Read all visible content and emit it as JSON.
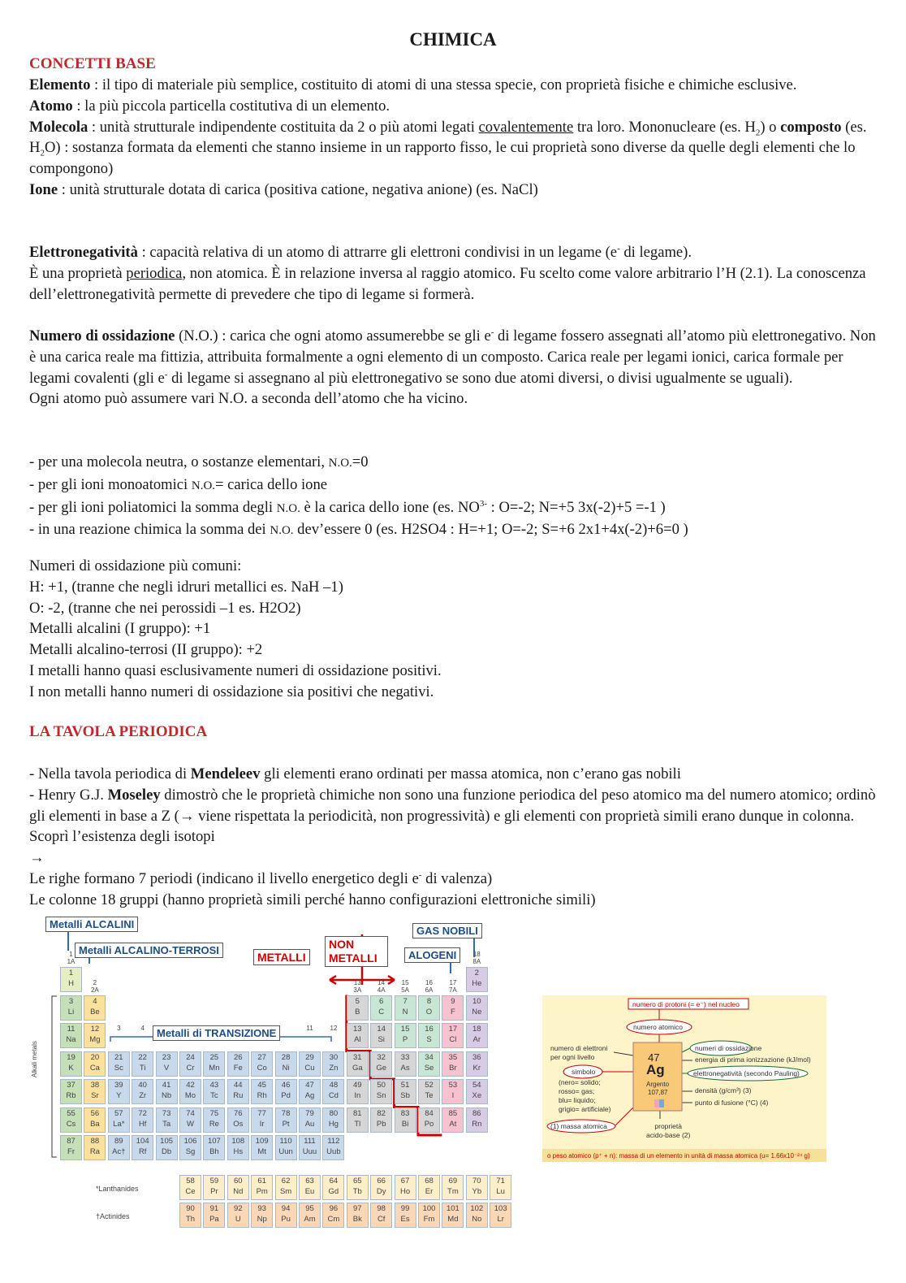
{
  "title": "CHIMICA",
  "sections": {
    "concetti_base": "CONCETTI BASE",
    "tavola": "LA TAVOLA PERIODICA"
  },
  "paragraphs": {
    "elemento_term": "Elemento",
    "elemento_text": " : il tipo di materiale più semplice, costituito di atomi di una stessa specie, con proprietà fisiche e chimiche esclusive.",
    "atomo_term": "Atomo",
    "atomo_text": " : la più piccola particella costitutiva di un elemento.",
    "molecola_term": "Molecola",
    "molecola_text1": " : unità strutturale indipendente costituita da 2 o più atomi legati ",
    "molecola_u": "covalentemente",
    "molecola_text2": " tra loro. Mononucleare (es. H",
    "molecola_text3": ") o ",
    "composto_term": "composto",
    "composto_text1": " (es. H",
    "composto_text2": "O) : sostanza formata da elementi che stanno insieme in un rapporto fisso, le cui proprietà sono diverse da quelle degli elementi che lo compongono)",
    "ione_term": "Ione",
    "ione_text": " : unità strutturale dotata di carica (positiva catione, negativa anione) (es. NaCl)",
    "eln_term": "Elettronegatività",
    "eln_text1": " : capacità relativa  di un atomo di attrarre gli elettroni condivisi in un legame (e",
    "eln_text2": " di legame).",
    "eln_text3": "È una proprietà ",
    "eln_u": "periodica",
    "eln_text4": ", non atomica. È in relazione inversa al raggio atomico. Fu scelto come valore arbitrario l’H (2.1). La conoscenza dell’elettronegatività permette di prevedere che tipo di legame si formerà.",
    "no_term": "Numero di ossidazione",
    "no_text1": " (N.O.) : carica che ogni atomo assumerebbe se gli e",
    "no_text2": " di legame fossero assegnati all’atomo più elettronegativo. Non è una carica reale ma fittizia, attribuita formalmente a ogni elemento di un composto. Carica reale per legami ionici, carica formale per legami covalenti (gli e",
    "no_text3": " di legame si assegnano al più elettronegativo se sono due atomi diversi, o divisi ugualmente se uguali).",
    "no_text4": "Ogni atomo può assumere vari N.O. a seconda dell’atomo che ha vicino.",
    "rule1a": "- per una molecola neutra, o sostanze elementari,  ",
    "rule1b": "N.O.",
    "rule1c": "=0",
    "rule2a": "- per gli ioni monoatomici ",
    "rule2b": "N.O.",
    "rule2c": "= carica dello ione",
    "rule3a": "- per gli ioni poliatomici la somma degli ",
    "rule3b": "N.O.",
    "rule3c": " è la carica dello ione (es. NO",
    "rule3d": " : O=-2; N=+5   3x(-2)+5 =-1 )",
    "rule4a": "- in una reazione chimica la somma dei ",
    "rule4b": "N.O.",
    "rule4c": " dev’essere 0  (es. H2SO4 : H=+1; O=-2; S=+6 2x1+4x(-2)+6=0 )",
    "common_title": "Numeri di ossidazione più comuni:",
    "common_h": "H: +1, (tranne che negli idruri metallici es. NaH –1)",
    "common_o": "O: -2, (tranne che nei perossidi –1 es. H2O2)",
    "common_alc": "Metalli alcalini (I gruppo): +1",
    "common_alct": "Metalli alcalino-terrosi (II gruppo): +2",
    "common_met": "I metalli hanno quasi esclusivamente numeri di ossidazione positivi.",
    "common_nonmet": "I non metalli hanno numeri di ossidazione sia positivi che negativi.",
    "tp1a": "- Nella tavola periodica di ",
    "tp1b": "Mendeleev",
    "tp1c": " gli elementi erano ordinati per massa atomica, non c’erano gas nobili",
    "tp2a": "- Henry G.J. ",
    "tp2b": "Moseley",
    "tp2c": " dimostrò che le proprietà chimiche non sono una funzione periodica del peso atomico ma del numero atomico; ordinò gli elementi in base a Z (→ viene rispettata la periodicità, non progressività) e gli elementi con proprietà simili erano dunque in colonna. Scoprì l’esistenza degli isotopi",
    "tp_arrow": "→",
    "tp3a": "Le righe formano 7 periodi (indicano il livello energetico degli e",
    "tp3b": " di valenza)",
    "tp4": "Le colonne 18 gruppi (hanno proprietà simili perché hanno configurazioni elettroniche simili)",
    "sub2": "2",
    "sup_minus": "-",
    "sup_3m": "3-"
  },
  "ptable": {
    "labels": {
      "alcalini": "Metalli ALCALINI",
      "alcalino_terrosi": "Metalli ALCALINO-TERROSI",
      "metalli": "METALLI",
      "non_metalli": "NON METALLI",
      "gas_nobili": "GAS NOBILI",
      "alogeni": "ALOGENI",
      "transizione": "Metalli di TRANSIZIONE",
      "alkali_side": "Alkali metals",
      "lanthanides": "*Lanthanides",
      "actinides": "†Actinides"
    },
    "colors": {
      "alkali": "#c5dfb8",
      "alkaline": "#fbe19d",
      "transition": "#c9d9ec",
      "metalloid": "#d6d6d6",
      "nonmetal": "#c8e6d4",
      "halogen": "#f7c2cf",
      "noble": "#d8cbe6",
      "lanth": "#fbeec9",
      "actin": "#f9d7b7",
      "h": "#e4eec0",
      "line": "#cc0000"
    },
    "groups_top": [
      "1\n1A",
      "2\n2A",
      "13\n3A",
      "14\n4A",
      "15\n5A",
      "16\n6A",
      "17\n7A",
      "18\n8A"
    ],
    "trans_groups": [
      "3",
      "4",
      "11",
      "12"
    ],
    "elements": [
      {
        "n": "1",
        "s": "H",
        "r": 0,
        "c": 0,
        "t": "h"
      },
      {
        "n": "2",
        "s": "He",
        "r": 0,
        "c": 17,
        "t": "noble"
      },
      {
        "n": "3",
        "s": "Li",
        "r": 1,
        "c": 0,
        "t": "alkali"
      },
      {
        "n": "4",
        "s": "Be",
        "r": 1,
        "c": 1,
        "t": "alkaline"
      },
      {
        "n": "5",
        "s": "B",
        "r": 1,
        "c": 12,
        "t": "metalloid"
      },
      {
        "n": "6",
        "s": "C",
        "r": 1,
        "c": 13,
        "t": "nonmetal"
      },
      {
        "n": "7",
        "s": "N",
        "r": 1,
        "c": 14,
        "t": "nonmetal"
      },
      {
        "n": "8",
        "s": "O",
        "r": 1,
        "c": 15,
        "t": "nonmetal"
      },
      {
        "n": "9",
        "s": "F",
        "r": 1,
        "c": 16,
        "t": "halogen"
      },
      {
        "n": "10",
        "s": "Ne",
        "r": 1,
        "c": 17,
        "t": "noble"
      },
      {
        "n": "11",
        "s": "Na",
        "r": 2,
        "c": 0,
        "t": "alkali"
      },
      {
        "n": "12",
        "s": "Mg",
        "r": 2,
        "c": 1,
        "t": "alkaline"
      },
      {
        "n": "13",
        "s": "Al",
        "r": 2,
        "c": 12,
        "t": "metalloid"
      },
      {
        "n": "14",
        "s": "Si",
        "r": 2,
        "c": 13,
        "t": "metalloid"
      },
      {
        "n": "15",
        "s": "P",
        "r": 2,
        "c": 14,
        "t": "nonmetal"
      },
      {
        "n": "16",
        "s": "S",
        "r": 2,
        "c": 15,
        "t": "nonmetal"
      },
      {
        "n": "17",
        "s": "Cl",
        "r": 2,
        "c": 16,
        "t": "halogen"
      },
      {
        "n": "18",
        "s": "Ar",
        "r": 2,
        "c": 17,
        "t": "noble"
      },
      {
        "n": "19",
        "s": "K",
        "r": 3,
        "c": 0,
        "t": "alkali"
      },
      {
        "n": "20",
        "s": "Ca",
        "r": 3,
        "c": 1,
        "t": "alkaline"
      },
      {
        "n": "21",
        "s": "Sc",
        "r": 3,
        "c": 2,
        "t": "transition"
      },
      {
        "n": "22",
        "s": "Ti",
        "r": 3,
        "c": 3,
        "t": "transition"
      },
      {
        "n": "23",
        "s": "V",
        "r": 3,
        "c": 4,
        "t": "transition"
      },
      {
        "n": "24",
        "s": "Cr",
        "r": 3,
        "c": 5,
        "t": "transition"
      },
      {
        "n": "25",
        "s": "Mn",
        "r": 3,
        "c": 6,
        "t": "transition"
      },
      {
        "n": "26",
        "s": "Fe",
        "r": 3,
        "c": 7,
        "t": "transition"
      },
      {
        "n": "27",
        "s": "Co",
        "r": 3,
        "c": 8,
        "t": "transition"
      },
      {
        "n": "28",
        "s": "Ni",
        "r": 3,
        "c": 9,
        "t": "transition"
      },
      {
        "n": "29",
        "s": "Cu",
        "r": 3,
        "c": 10,
        "t": "transition"
      },
      {
        "n": "30",
        "s": "Zn",
        "r": 3,
        "c": 11,
        "t": "transition"
      },
      {
        "n": "31",
        "s": "Ga",
        "r": 3,
        "c": 12,
        "t": "metalloid"
      },
      {
        "n": "32",
        "s": "Ge",
        "r": 3,
        "c": 13,
        "t": "metalloid"
      },
      {
        "n": "33",
        "s": "As",
        "r": 3,
        "c": 14,
        "t": "metalloid"
      },
      {
        "n": "34",
        "s": "Se",
        "r": 3,
        "c": 15,
        "t": "nonmetal"
      },
      {
        "n": "35",
        "s": "Br",
        "r": 3,
        "c": 16,
        "t": "halogen"
      },
      {
        "n": "36",
        "s": "Kr",
        "r": 3,
        "c": 17,
        "t": "noble"
      },
      {
        "n": "37",
        "s": "Rb",
        "r": 4,
        "c": 0,
        "t": "alkali"
      },
      {
        "n": "38",
        "s": "Sr",
        "r": 4,
        "c": 1,
        "t": "alkaline"
      },
      {
        "n": "39",
        "s": "Y",
        "r": 4,
        "c": 2,
        "t": "transition"
      },
      {
        "n": "40",
        "s": "Zr",
        "r": 4,
        "c": 3,
        "t": "transition"
      },
      {
        "n": "41",
        "s": "Nb",
        "r": 4,
        "c": 4,
        "t": "transition"
      },
      {
        "n": "42",
        "s": "Mo",
        "r": 4,
        "c": 5,
        "t": "transition"
      },
      {
        "n": "43",
        "s": "Tc",
        "r": 4,
        "c": 6,
        "t": "transition"
      },
      {
        "n": "44",
        "s": "Ru",
        "r": 4,
        "c": 7,
        "t": "transition"
      },
      {
        "n": "45",
        "s": "Rh",
        "r": 4,
        "c": 8,
        "t": "transition"
      },
      {
        "n": "46",
        "s": "Pd",
        "r": 4,
        "c": 9,
        "t": "transition"
      },
      {
        "n": "47",
        "s": "Ag",
        "r": 4,
        "c": 10,
        "t": "transition"
      },
      {
        "n": "48",
        "s": "Cd",
        "r": 4,
        "c": 11,
        "t": "transition"
      },
      {
        "n": "49",
        "s": "In",
        "r": 4,
        "c": 12,
        "t": "metalloid"
      },
      {
        "n": "50",
        "s": "Sn",
        "r": 4,
        "c": 13,
        "t": "metalloid"
      },
      {
        "n": "51",
        "s": "Sb",
        "r": 4,
        "c": 14,
        "t": "metalloid"
      },
      {
        "n": "52",
        "s": "Te",
        "r": 4,
        "c": 15,
        "t": "metalloid"
      },
      {
        "n": "53",
        "s": "I",
        "r": 4,
        "c": 16,
        "t": "halogen"
      },
      {
        "n": "54",
        "s": "Xe",
        "r": 4,
        "c": 17,
        "t": "noble"
      },
      {
        "n": "55",
        "s": "Cs",
        "r": 5,
        "c": 0,
        "t": "alkali"
      },
      {
        "n": "56",
        "s": "Ba",
        "r": 5,
        "c": 1,
        "t": "alkaline"
      },
      {
        "n": "57",
        "s": "La*",
        "r": 5,
        "c": 2,
        "t": "transition"
      },
      {
        "n": "72",
        "s": "Hf",
        "r": 5,
        "c": 3,
        "t": "transition"
      },
      {
        "n": "73",
        "s": "Ta",
        "r": 5,
        "c": 4,
        "t": "transition"
      },
      {
        "n": "74",
        "s": "W",
        "r": 5,
        "c": 5,
        "t": "transition"
      },
      {
        "n": "75",
        "s": "Re",
        "r": 5,
        "c": 6,
        "t": "transition"
      },
      {
        "n": "76",
        "s": "Os",
        "r": 5,
        "c": 7,
        "t": "transition"
      },
      {
        "n": "77",
        "s": "Ir",
        "r": 5,
        "c": 8,
        "t": "transition"
      },
      {
        "n": "78",
        "s": "Pt",
        "r": 5,
        "c": 9,
        "t": "transition"
      },
      {
        "n": "79",
        "s": "Au",
        "r": 5,
        "c": 10,
        "t": "transition"
      },
      {
        "n": "80",
        "s": "Hg",
        "r": 5,
        "c": 11,
        "t": "transition"
      },
      {
        "n": "81",
        "s": "Tl",
        "r": 5,
        "c": 12,
        "t": "metalloid"
      },
      {
        "n": "82",
        "s": "Pb",
        "r": 5,
        "c": 13,
        "t": "metalloid"
      },
      {
        "n": "83",
        "s": "Bi",
        "r": 5,
        "c": 14,
        "t": "metalloid"
      },
      {
        "n": "84",
        "s": "Po",
        "r": 5,
        "c": 15,
        "t": "metalloid"
      },
      {
        "n": "85",
        "s": "At",
        "r": 5,
        "c": 16,
        "t": "halogen"
      },
      {
        "n": "86",
        "s": "Rn",
        "r": 5,
        "c": 17,
        "t": "noble"
      },
      {
        "n": "87",
        "s": "Fr",
        "r": 6,
        "c": 0,
        "t": "alkali"
      },
      {
        "n": "88",
        "s": "Ra",
        "r": 6,
        "c": 1,
        "t": "alkaline"
      },
      {
        "n": "89",
        "s": "Ac†",
        "r": 6,
        "c": 2,
        "t": "transition"
      },
      {
        "n": "104",
        "s": "Rf",
        "r": 6,
        "c": 3,
        "t": "transition"
      },
      {
        "n": "105",
        "s": "Db",
        "r": 6,
        "c": 4,
        "t": "transition"
      },
      {
        "n": "106",
        "s": "Sg",
        "r": 6,
        "c": 5,
        "t": "transition"
      },
      {
        "n": "107",
        "s": "Bh",
        "r": 6,
        "c": 6,
        "t": "transition"
      },
      {
        "n": "108",
        "s": "Hs",
        "r": 6,
        "c": 7,
        "t": "transition"
      },
      {
        "n": "109",
        "s": "Mt",
        "r": 6,
        "c": 8,
        "t": "transition"
      },
      {
        "n": "110",
        "s": "Uun",
        "r": 6,
        "c": 9,
        "t": "transition"
      },
      {
        "n": "111",
        "s": "Uuu",
        "r": 6,
        "c": 10,
        "t": "transition"
      },
      {
        "n": "112",
        "s": "Uub",
        "r": 6,
        "c": 11,
        "t": "transition"
      }
    ],
    "lanthanides": [
      [
        "58",
        "Ce"
      ],
      [
        "59",
        "Pr"
      ],
      [
        "60",
        "Nd"
      ],
      [
        "61",
        "Pm"
      ],
      [
        "62",
        "Sm"
      ],
      [
        "63",
        "Eu"
      ],
      [
        "64",
        "Gd"
      ],
      [
        "65",
        "Tb"
      ],
      [
        "66",
        "Dy"
      ],
      [
        "67",
        "Ho"
      ],
      [
        "68",
        "Er"
      ],
      [
        "69",
        "Tm"
      ],
      [
        "70",
        "Yb"
      ],
      [
        "71",
        "Lu"
      ]
    ],
    "actinides": [
      [
        "90",
        "Th"
      ],
      [
        "91",
        "Pa"
      ],
      [
        "92",
        "U"
      ],
      [
        "93",
        "Np"
      ],
      [
        "94",
        "Pu"
      ],
      [
        "95",
        "Am"
      ],
      [
        "96",
        "Cm"
      ],
      [
        "97",
        "Bk"
      ],
      [
        "98",
        "Cf"
      ],
      [
        "99",
        "Es"
      ],
      [
        "100",
        "Fm"
      ],
      [
        "101",
        "Md"
      ],
      [
        "102",
        "No"
      ],
      [
        "103",
        "Lr"
      ]
    ]
  },
  "elbox": {
    "protoni": "numero di protoni (= e⁻) nel nucleo",
    "num_atomico": "numero atomico",
    "elettroni_livello": "numero di elettroni\nper ogni livello",
    "simbolo": "simbolo",
    "stato": "(nero= solido;\nrosso= gas;\nblu= liquido;\ngrigio= artificiale)",
    "massa": "(1) massa atomica",
    "ossidazione": "numeri di ossidazione",
    "ionizzazione": "energia di prima ionizzazione (kJ/mol)",
    "elettroneg": "elettronegatività (secondo Pauling)",
    "densita": "densità (g/cm³) (3)",
    "fusione": "punto di fusione (°C) (4)",
    "acido_base": "proprietà\nacido-base (2)",
    "box_num": "47",
    "box_sym": "Ag",
    "box_name": "Argento",
    "box_mass": "107,87",
    "footer": "o peso atomico (p⁺ + n): massa di un elemento in unità di massa atomica (u= 1.66x10⁻²⁴ g)"
  }
}
